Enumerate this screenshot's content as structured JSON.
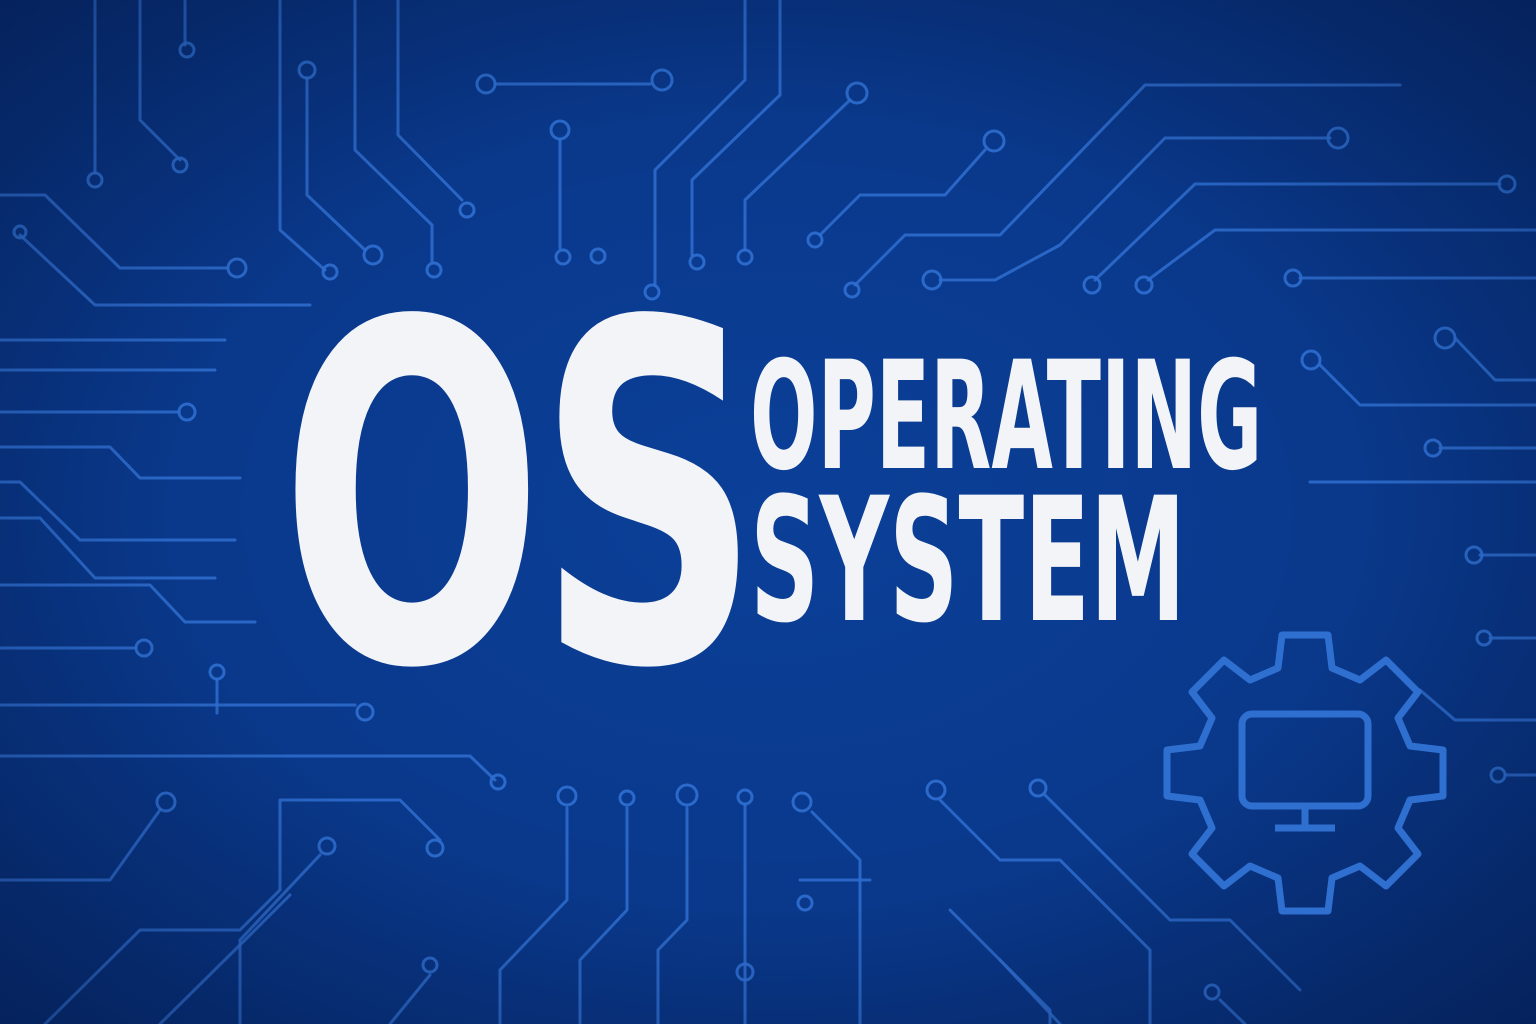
{
  "title": {
    "abbreviation": "OS",
    "line1": "OPERATING",
    "line2": "SYSTEM"
  },
  "icons": {
    "badge": "gear-with-monitor-icon"
  },
  "colors": {
    "background": "#0a3a8e",
    "circuit": "#2f6fd0",
    "text": "#f2f4f8"
  }
}
